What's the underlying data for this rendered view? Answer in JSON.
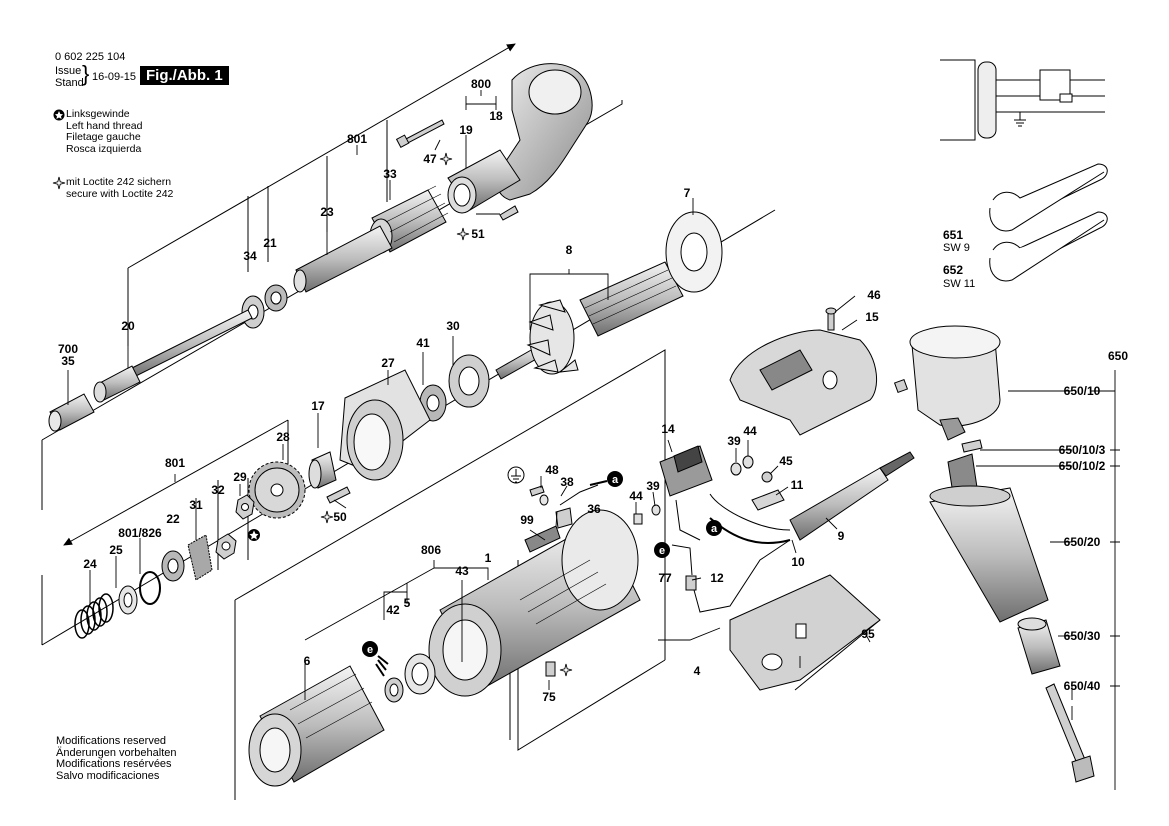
{
  "header": {
    "part_number": "0 602 225 104",
    "issue": "Issue",
    "stand": "Stand",
    "date": "16-09-15",
    "figure": "Fig./Abb. 1"
  },
  "legend": {
    "left_hand": [
      "Linksgewinde",
      "Left hand thread",
      "Filetage gauche",
      "Rosca izquierda"
    ],
    "loctite": [
      "mit Loctite 242 sichern",
      "secure with Loctite 242"
    ]
  },
  "modifications": [
    "Modifications reserved",
    "Änderungen vorbehalten",
    "Modifications resérvées",
    "Salvo modificaciones"
  ],
  "wrenches": [
    {
      "number": "651",
      "size": "SW 9"
    },
    {
      "number": "652",
      "size": "SW 11"
    }
  ],
  "callouts": {
    "c800": "800",
    "c19": "19",
    "c18": "18",
    "c801a": "801",
    "c33": "33",
    "c47": "47",
    "c23": "23",
    "c51": "51",
    "c7": "7",
    "c34": "34",
    "c21": "21",
    "c8": "8",
    "c20": "20",
    "c700": "700",
    "c35": "35",
    "c41": "41",
    "c30": "30",
    "c27": "27",
    "c17": "17",
    "c28": "28",
    "c801b": "801",
    "c29": "29",
    "c32": "32",
    "c31": "31",
    "c22": "22",
    "c801_826": "801/826",
    "c24": "24",
    "c25": "25",
    "c50": "50",
    "c46": "46",
    "c15": "15",
    "c14": "14",
    "c39a": "39",
    "c44a": "44",
    "c45": "45",
    "c48": "48",
    "c38": "38",
    "c44b": "44",
    "c39b": "39",
    "c11": "11",
    "c36": "36",
    "c99": "99",
    "c9": "9",
    "c10": "10",
    "c806": "806",
    "c1": "1",
    "c43": "43",
    "c42": "42",
    "c5": "5",
    "c77": "77",
    "c12": "12",
    "c6": "6",
    "c75": "75",
    "c4": "4",
    "c95": "95",
    "c650": "650",
    "c650_10": "650/10",
    "c650_10_3": "650/10/3",
    "c650_10_2": "650/10/2",
    "c650_20": "650/20",
    "c650_30": "650/30",
    "c650_40": "650/40"
  },
  "markers": {
    "a": "a",
    "e": "e"
  }
}
